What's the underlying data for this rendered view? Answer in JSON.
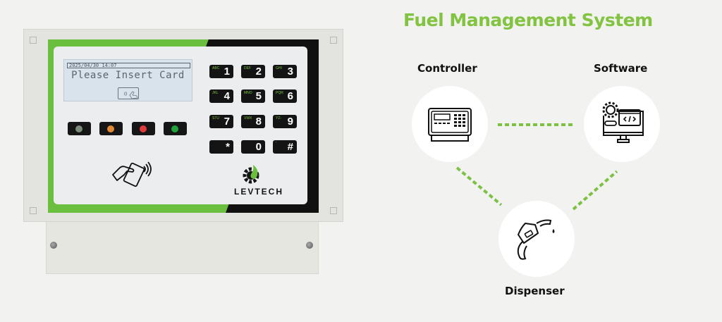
{
  "device": {
    "lcd": {
      "datetime": "2025/04/30 14:07",
      "message": "Please Insert Card"
    },
    "leds": [
      {
        "name": "gray",
        "color": "#7d8a7c"
      },
      {
        "name": "orange",
        "color": "#e08a35"
      },
      {
        "name": "red",
        "color": "#e03a3a"
      },
      {
        "name": "green",
        "color": "#1fa33a"
      }
    ],
    "keypad": [
      {
        "num": "1",
        "letters": "ABC"
      },
      {
        "num": "2",
        "letters": "DEF"
      },
      {
        "num": "3",
        "letters": "GHI"
      },
      {
        "num": "4",
        "letters": "JKL"
      },
      {
        "num": "5",
        "letters": "MNO"
      },
      {
        "num": "6",
        "letters": "PQR"
      },
      {
        "num": "7",
        "letters": "STU"
      },
      {
        "num": "8",
        "letters": "VWX"
      },
      {
        "num": "9",
        "letters": "YZ-"
      },
      {
        "num": "*",
        "letters": ""
      },
      {
        "num": "0",
        "letters": ""
      },
      {
        "num": "#",
        "letters": "'"
      }
    ],
    "brand": "LEVTECH"
  },
  "diagram": {
    "title": "Fuel Management System",
    "accent_color": "#82c341",
    "nodes": {
      "controller": {
        "label": "Controller",
        "icon": "controller-device-icon"
      },
      "software": {
        "label": "Software",
        "icon": "computer-gear-code-icon"
      },
      "dispenser": {
        "label": "Dispenser",
        "icon": "fuel-nozzle-icon"
      }
    }
  }
}
